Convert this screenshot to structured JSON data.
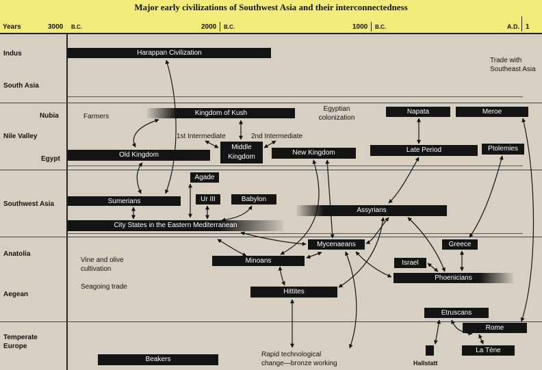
{
  "title": "Major early civilizations of Southwest Asia and their interconnectedness",
  "axis": {
    "label": "Years",
    "ticks": [
      {
        "value": "3000",
        "suffix": "B.C."
      },
      {
        "value": "2000",
        "suffix": "B.C."
      },
      {
        "value": "1000",
        "suffix": "B.C."
      },
      {
        "value": "1",
        "prefix": "A.D."
      }
    ]
  },
  "regions": {
    "indus": "Indus",
    "south_asia": "South Asia",
    "nile_valley": "Nile Valley",
    "nubia": "Nubia",
    "egypt": "Egypt",
    "southwest_asia": "Southwest Asia",
    "anatolia": "Anatolia",
    "aegean": "Aegean",
    "temperate_europe": "Temperate Europe"
  },
  "civilizations": {
    "harappan": "Harappan Civilization",
    "kush": "Kingdom of Kush",
    "napata": "Napata",
    "meroe": "Meroe",
    "old_kingdom": "Old Kingdom",
    "middle_kingdom": "Middle Kingdom",
    "new_kingdom": "New Kingdom",
    "late_period": "Late Period",
    "ptolemies": "Ptolemies",
    "agade": "Agade",
    "ur3": "Ur III",
    "babylon": "Babylon",
    "sumerians": "Sumerians",
    "assyrians": "Assyrians",
    "city_states": "City States in the Eastern Mediterranean",
    "mycenaeans": "Mycenaeans",
    "minoans": "Minoans",
    "greece": "Greece",
    "israel": "Israel",
    "phoenicians": "Phoenicians",
    "hittites": "Hittites",
    "etruscans": "Etruscans",
    "rome": "Rome",
    "la_tene": "La Tène",
    "beakers": "Beakers"
  },
  "notes": {
    "trade_southeast_asia": "Trade with Southeast Asia",
    "farmers": "Farmers",
    "first_intermediate": "1st Intermediate",
    "second_intermediate": "2nd Intermediate",
    "egyptian_colonization": "Egyptian colonization",
    "vine_olive": "Vine and olive cultivation",
    "seagoing_trade": "Seagoing trade",
    "hallstatt": "Hallstatt",
    "rapid_tech": "Rapid technological change—bronze working"
  },
  "colors": {
    "title_band": "#f2eb7a",
    "background": "#d6cfc2",
    "bar": "#141414"
  }
}
